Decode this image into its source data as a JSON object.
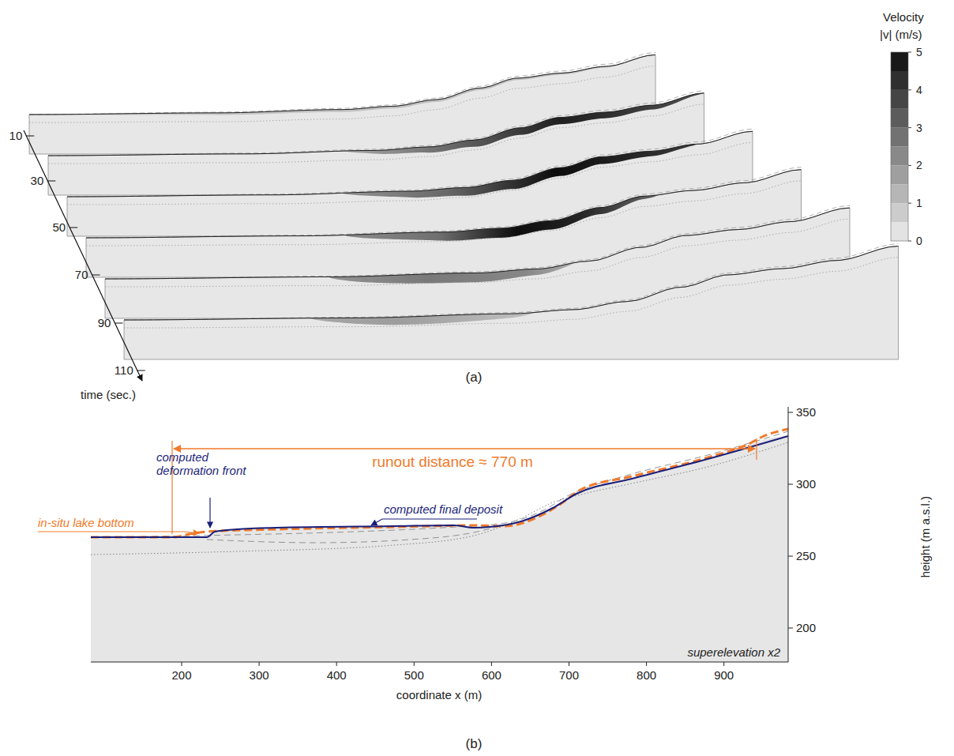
{
  "diagram": {
    "labels": [
      "Velocity",
      "|v| (m/s)",
      "5",
      "4",
      "3",
      "2",
      "1",
      "0",
      "10",
      "30",
      "50",
      "70",
      "90",
      "110",
      "time (sec.)",
      "(a)",
      "runout distance ≈ 770 m",
      "350",
      "300",
      "250",
      "200",
      "in-situ lake bottom",
      "computed deformation front",
      "computed final deposit",
      "superelevation x2",
      "200",
      "300",
      "400",
      "500",
      "600",
      "700",
      "800",
      "900",
      "height (m a.s.l.)",
      "coordinate x (m)",
      "(b)"
    ]
  }
}
